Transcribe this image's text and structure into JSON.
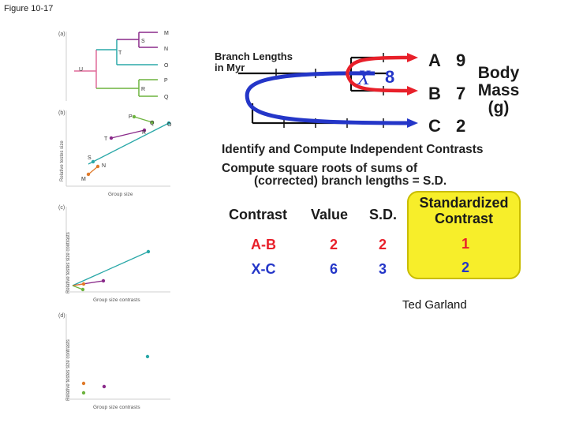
{
  "figure_label": "Figure 10-17",
  "panels": {
    "a": {
      "label": "(a)",
      "nodes": {
        "S": "S",
        "T": "T",
        "U": "U",
        "R": "R"
      },
      "tips": [
        "M",
        "N",
        "O",
        "P",
        "Q"
      ]
    },
    "b": {
      "label": "(b)",
      "ylabel": "Relative testes size",
      "xlabel": "Group size",
      "points": [
        "M",
        "N",
        "S",
        "T",
        "P",
        "R",
        "Q",
        "O"
      ]
    },
    "c": {
      "label": "(c)",
      "ylabel": "Relative testes size contrasts",
      "xlabel": "Group size contrasts"
    },
    "d": {
      "label": "(d)",
      "ylabel": "Relative testes size contrasts",
      "xlabel": "Group size contrasts"
    }
  },
  "tree": {
    "branch_lengths_label": "Branch Lengths\nin Myr",
    "x_node": "X",
    "x_node_length": "8",
    "tips": [
      {
        "name": "A",
        "value": "9"
      },
      {
        "name": "B",
        "value": "7"
      },
      {
        "name": "C",
        "value": "2"
      }
    ],
    "trait_label": "Body\nMass\n(g)",
    "colors": {
      "red": "#e8202a",
      "blue": "#2436c8",
      "black": "#111111"
    }
  },
  "instructions": [
    "Identify and Compute Independent Contrasts",
    "Compute square roots of sums of",
    "(corrected) branch lengths = S.D."
  ],
  "table": {
    "headers": [
      "Contrast",
      "Value",
      "S.D."
    ],
    "rows": [
      {
        "contrast": "A-B",
        "value": "2",
        "sd": "2",
        "standardized": "1",
        "color": "#e8202a"
      },
      {
        "contrast": "X-C",
        "value": "6",
        "sd": "3",
        "standardized": "2",
        "color": "#2436c8"
      }
    ]
  },
  "standardized_box": {
    "title": "Standardized\nContrast",
    "color": "#f7ee2a"
  },
  "credit": "Ted Garland"
}
